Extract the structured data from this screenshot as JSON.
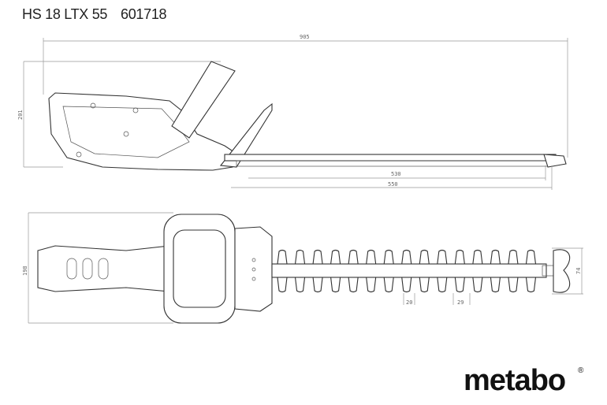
{
  "header": {
    "model": "HS 18 LTX 55",
    "part_number": "601718"
  },
  "dimensions": {
    "overall_length": "905",
    "height_side": "201",
    "blade_cut_length": "530",
    "blade_length": "550",
    "width_top": "198",
    "blade_width": "74",
    "tooth_gap": "20",
    "tooth_pitch": "29"
  },
  "brand": {
    "logo": "metabo",
    "registered": "®"
  },
  "teeth_count": 15
}
